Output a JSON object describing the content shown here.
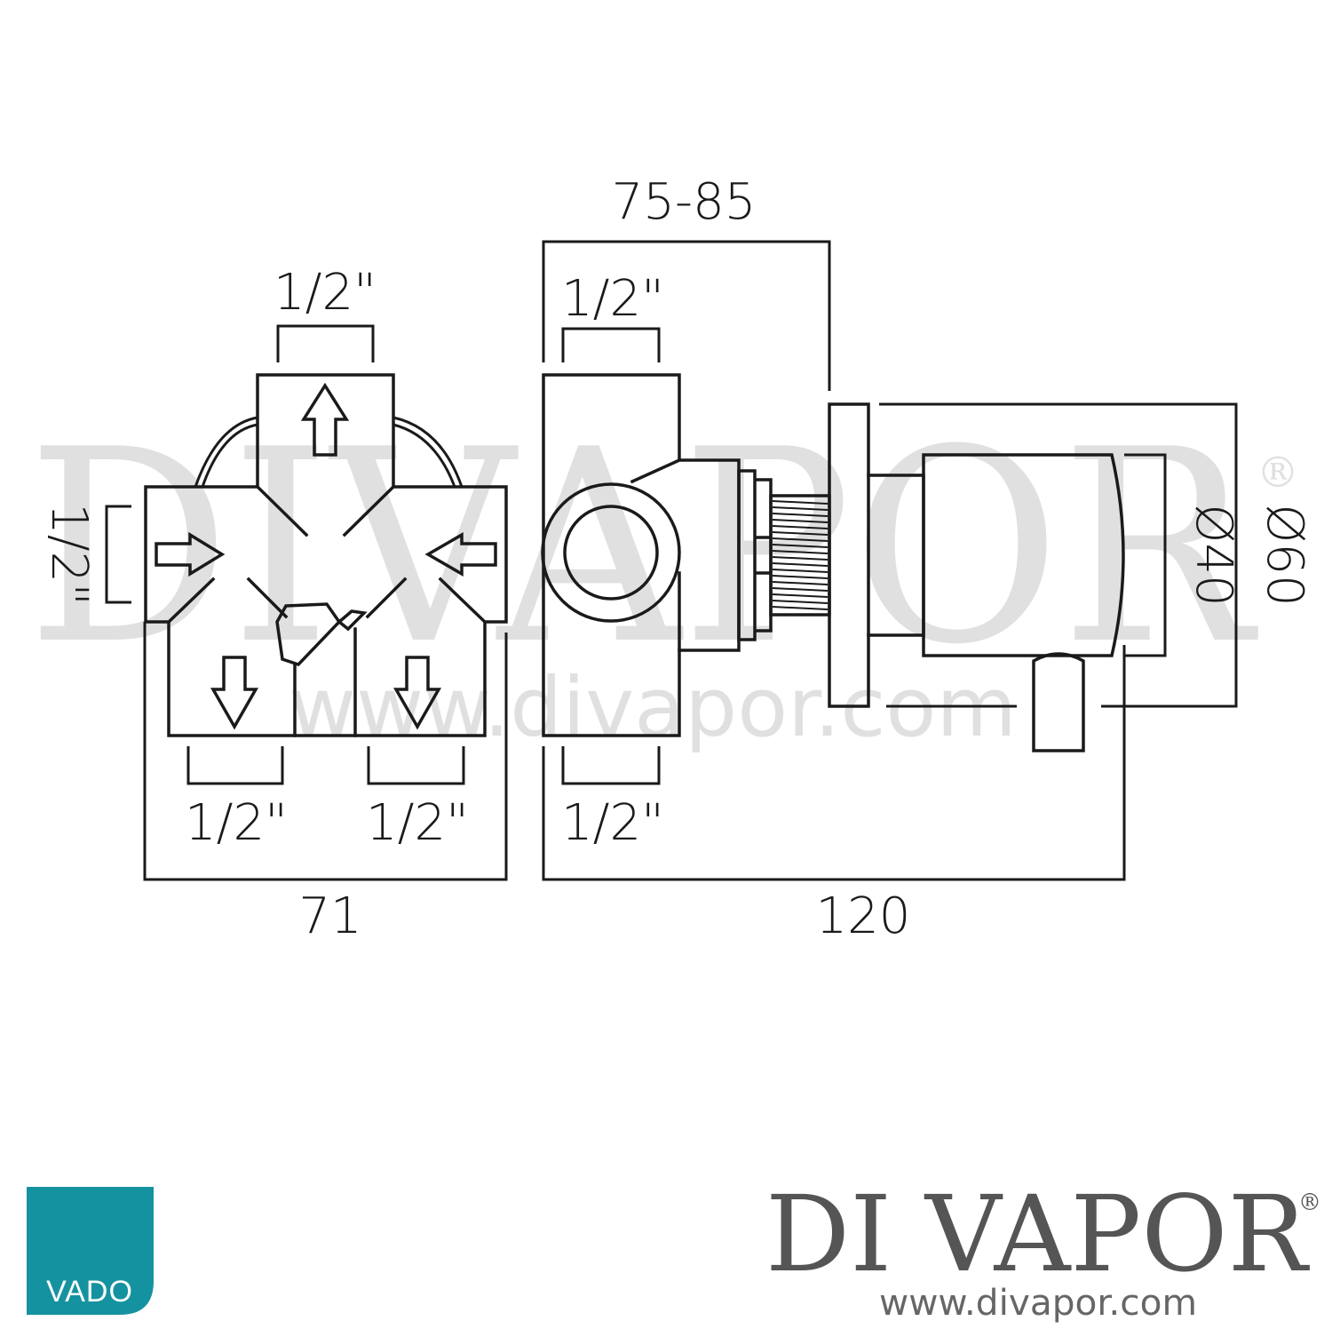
{
  "colors": {
    "line": "#1a1a1a",
    "vado_badge": "#1592a0",
    "watermark": "#c8c8c8",
    "brand_text": "#555555"
  },
  "front_view": {
    "top_port": "1/2\"",
    "left_port": "1/2\"",
    "bottom_left_port": "1/2\"",
    "bottom_right_port": "1/2\"",
    "width": "71"
  },
  "side_view": {
    "top_port": "1/2\"",
    "bottom_port": "1/2\"",
    "depth_range": "75-85",
    "total_depth": "120",
    "handle_diameter": "Ø40",
    "plate_diameter": "Ø60"
  },
  "watermark": {
    "brand": "DIVAPOR",
    "registered": "®",
    "url": "www.divapor.com"
  },
  "vado_logo": {
    "text": "VADO"
  },
  "footer_brand": {
    "name": "DI VAPOR",
    "registered": "®",
    "url": "www.divapor.com"
  }
}
